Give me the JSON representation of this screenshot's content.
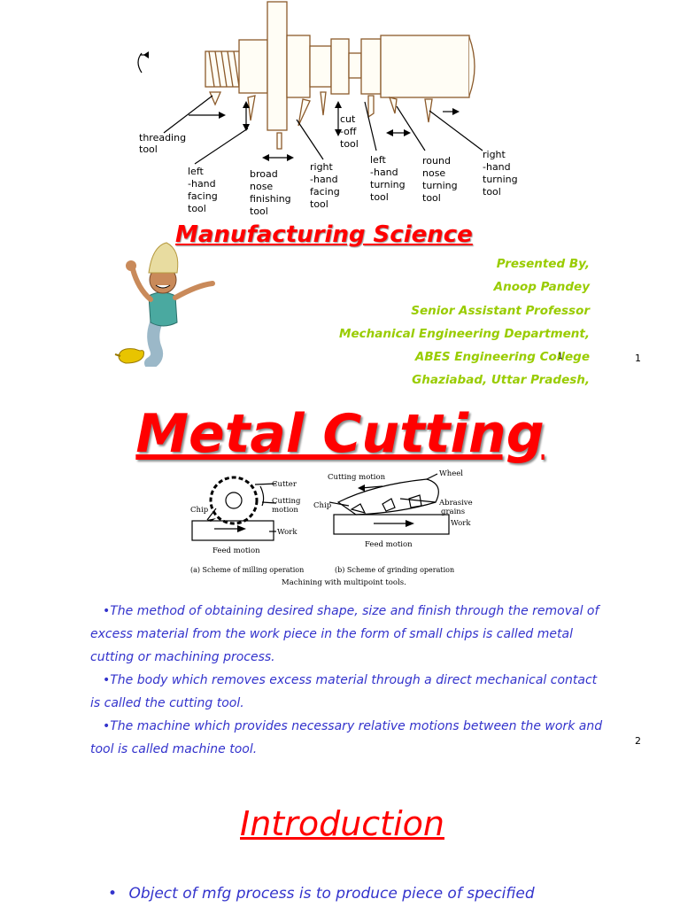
{
  "slide1": {
    "diagram_labels": {
      "threading": [
        "threading",
        "tool"
      ],
      "left_facing": [
        "left",
        "-hand",
        "facing",
        "tool"
      ],
      "broad_nose": [
        "broad",
        "nose",
        "finishing",
        "tool"
      ],
      "right_facing": [
        "right",
        "-hand",
        "facing",
        "tool"
      ],
      "cut_off": [
        "cut",
        "-off",
        "tool"
      ],
      "left_turning": [
        "left",
        "-hand",
        "turning",
        "tool"
      ],
      "round_nose": [
        "round",
        "nose",
        "turning",
        "tool"
      ],
      "right_turning": [
        "right",
        "-hand",
        "turning",
        "tool"
      ]
    },
    "title": "Manufacturing Science",
    "presenter": [
      "Presented By,",
      "Anoop Pandey",
      "Senior Assistant Professor",
      "Mechanical Engineering Department,",
      "ABES Engineering College",
      "Ghaziabad, Uttar Pradesh,"
    ],
    "small_mark": "1",
    "page_number": "1"
  },
  "slide2": {
    "title": "Metal Cutting",
    "figure_labels": {
      "cutter": "Cutter",
      "cutting_motion_a": [
        "Cutting",
        "motion"
      ],
      "chip_a": "Chip",
      "work_a": "Work",
      "feed_a": "Feed motion",
      "caption_a": "(a)  Scheme of milling operation",
      "cutting_motion_b": "Cutting motion",
      "wheel": "Wheel",
      "chip_b": "Chip",
      "abrasive": [
        "Abrasive",
        "grains"
      ],
      "work_b": "Work",
      "feed_b": "Feed motion",
      "caption_b": "(b)  Scheme of grinding operation",
      "caption": "Machining with multipoint tools."
    },
    "bullets": [
      "•The  method of obtaining desired shape, size and finish through the removal of excess material from the work piece in the form of small chips is called metal cutting or machining process.",
      "•The body which removes excess material through a direct mechanical contact is called the cutting tool.",
      "•The machine which provides necessary relative motions between the work and tool is called machine tool."
    ],
    "page_number": "2"
  },
  "slide3": {
    "title": "Introduction",
    "bullet_marker": "•",
    "bullet": "Object of mfg process is to produce piece of specified"
  }
}
